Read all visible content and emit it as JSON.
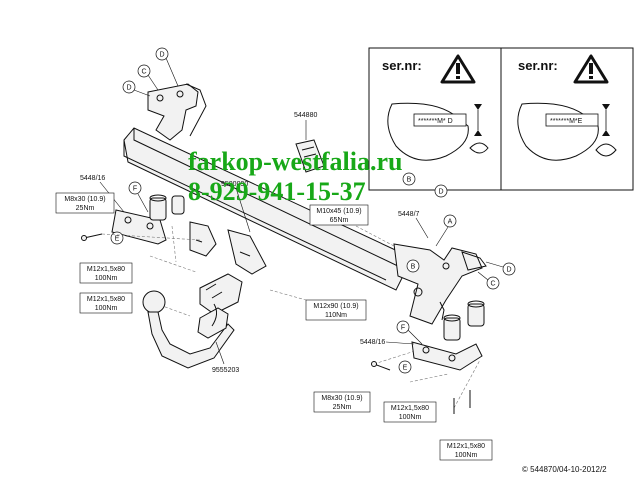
{
  "callouts": {
    "A": "A",
    "B": "B",
    "C": "C",
    "D": "D",
    "E": "E",
    "F": "F"
  },
  "part_numbers": {
    "top_bracket": "544880",
    "mid_code": "9500090",
    "left_plate": "5448/16",
    "right_bracket": "5448/7",
    "lower_plate": "5448/16",
    "ball": "9555203"
  },
  "bolt_specs": {
    "top_left": [
      "M8x30 (10.9)",
      "25Nm"
    ],
    "mid_left_1": [
      "M12x1,5x80",
      "100Nm"
    ],
    "mid_left_2": [
      "M12x1,5x80",
      "100Nm"
    ],
    "center_top": [
      "M10x45 (10.9)",
      "65Nm"
    ],
    "center_mid": [
      "M12x90 (10.9)",
      "110Nm"
    ],
    "bottom_left": [
      "M8x30 (10.9)",
      "25Nm"
    ],
    "bottom_mid": [
      "M12x1,5x80",
      "100Nm"
    ],
    "bottom_right": [
      "M12x1,5x80",
      "100Nm"
    ]
  },
  "serial_boxes": [
    {
      "label": "ser.nr:",
      "code": "*******M* D"
    },
    {
      "label": "ser.nr:",
      "code": "*******M*E"
    }
  ],
  "watermark": {
    "line1": "farkop-westfalia.ru",
    "line2": "8-929-941-15-37"
  },
  "footer": "© 544870/04-10-2012/2"
}
